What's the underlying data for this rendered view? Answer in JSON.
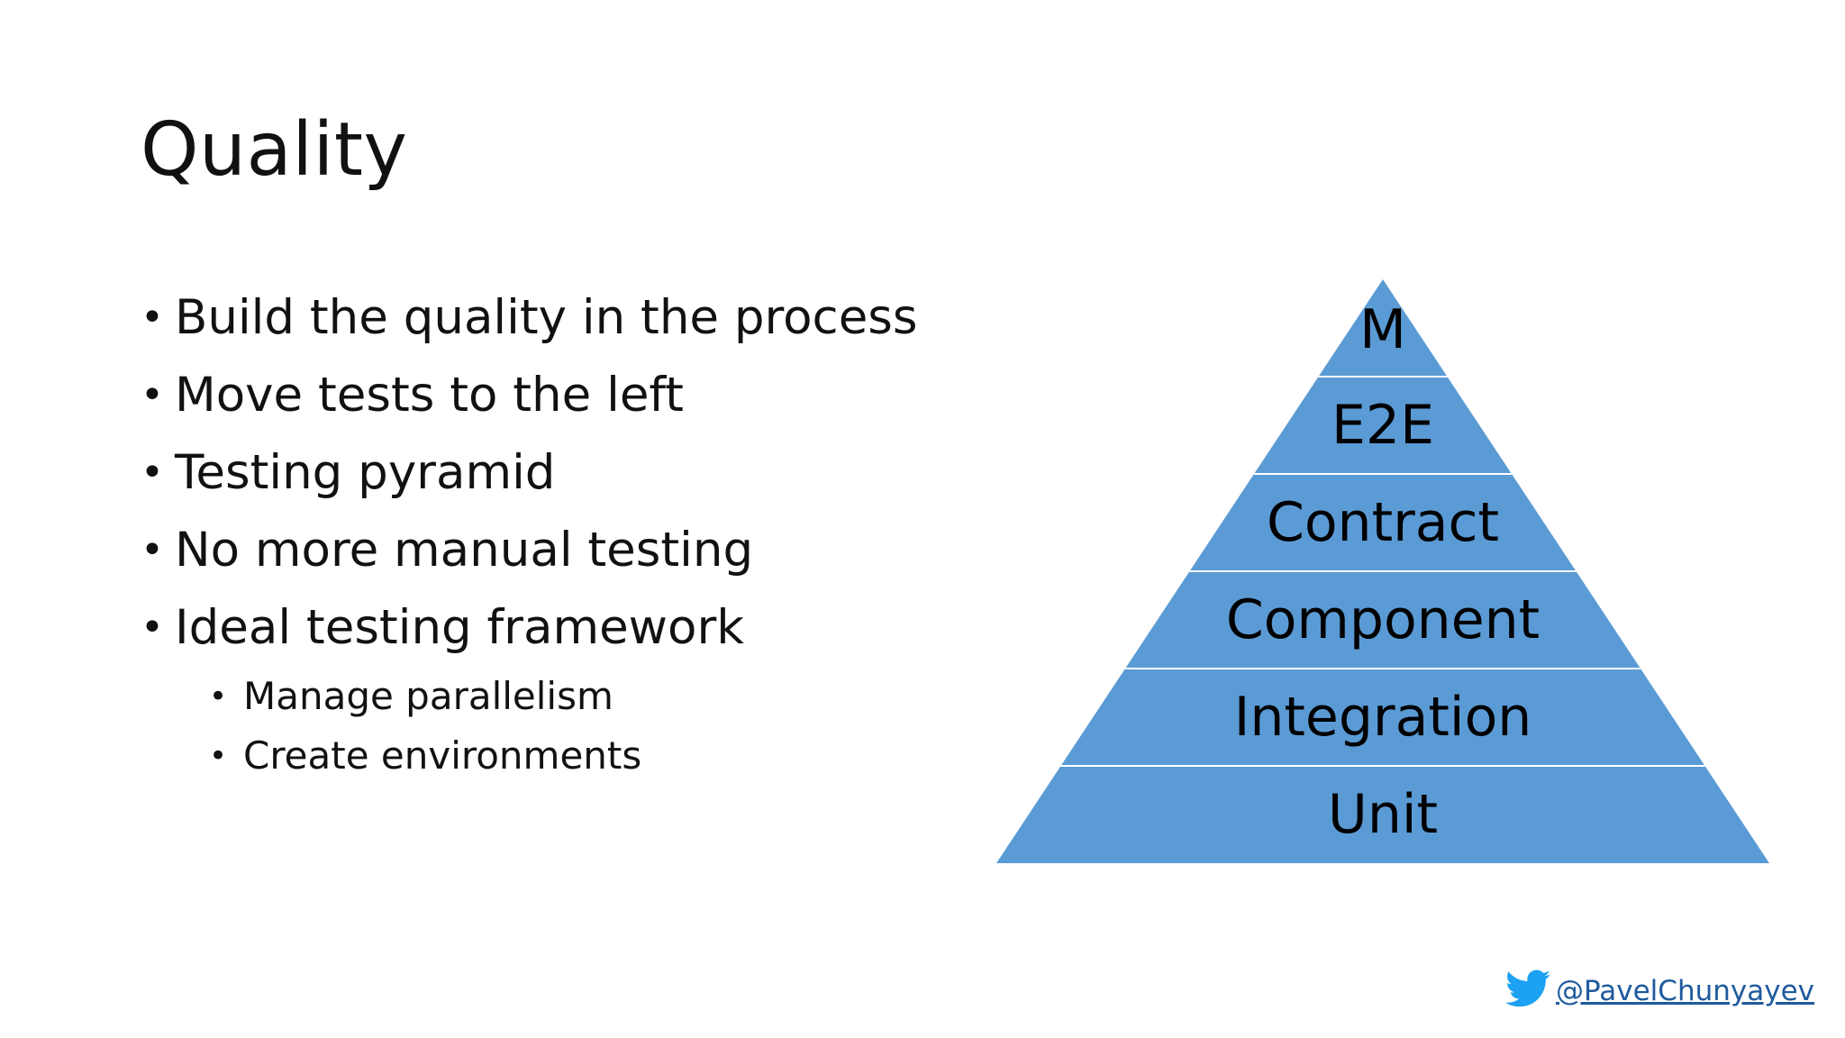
{
  "slide": {
    "title": "Quality",
    "bullets": [
      "Build the quality in the process",
      "Move tests to the left",
      "Testing pyramid",
      "No more manual testing",
      "Ideal testing framework"
    ],
    "subbullets": [
      "Manage parallelism",
      "Create environments"
    ],
    "bullet_glyph": "•"
  },
  "pyramid": {
    "fill_color": "#5b9bd5",
    "divider_color": "#ffffff",
    "layers": [
      "M",
      "E2E",
      "Contract",
      "Component",
      "Integration",
      "Unit"
    ]
  },
  "footer": {
    "icon": "twitter-bird-icon",
    "icon_color": "#1da1f2",
    "handle": "@PavelChunyayev",
    "link_color": "#1f5a9e"
  }
}
